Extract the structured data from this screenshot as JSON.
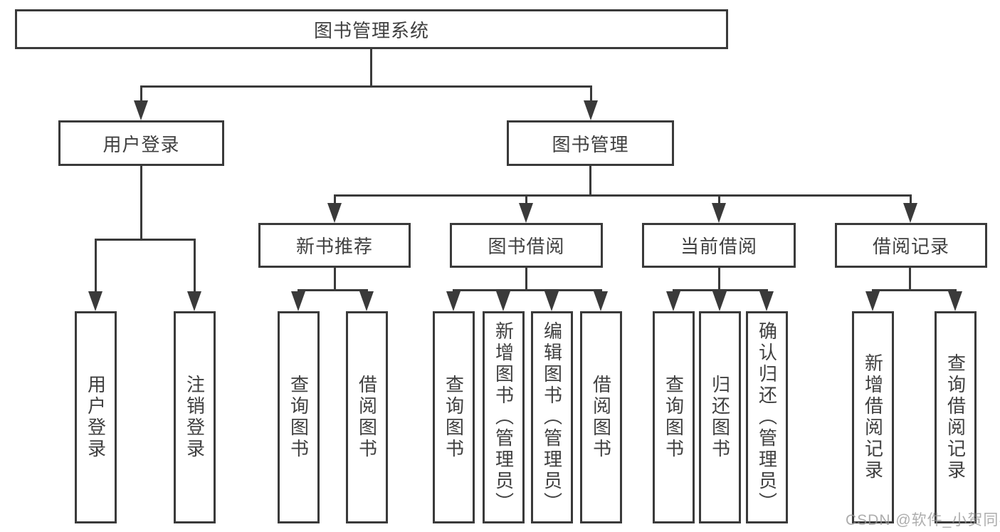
{
  "diagram": {
    "root": {
      "label": "图书管理系统"
    },
    "branches": [
      {
        "label": "用户登录",
        "children": [
          {
            "label": "用户登录"
          },
          {
            "label": "注销登录"
          }
        ]
      },
      {
        "label": "图书管理",
        "children": [
          {
            "label": "新书推荐",
            "children": [
              {
                "label": "查询图书"
              },
              {
                "label": "借阅图书"
              }
            ]
          },
          {
            "label": "图书借阅",
            "children": [
              {
                "label": "查询图书"
              },
              {
                "label": "新增图书（管理员）"
              },
              {
                "label": "编辑图书（管理员）"
              },
              {
                "label": "借阅图书"
              }
            ]
          },
          {
            "label": "当前借阅",
            "children": [
              {
                "label": "查询图书"
              },
              {
                "label": "归还图书"
              },
              {
                "label": "确认归还（管理员）"
              }
            ]
          },
          {
            "label": "借阅记录",
            "children": [
              {
                "label": "新增借阅记录"
              },
              {
                "label": "查询借阅记录"
              }
            ]
          }
        ]
      }
    ]
  },
  "watermark": {
    "text": "CSDN @软件_小贺同学"
  },
  "colors": {
    "line": "#3a3a3a",
    "text": "#404040",
    "watermark": "#969696",
    "background": "#ffffff"
  }
}
